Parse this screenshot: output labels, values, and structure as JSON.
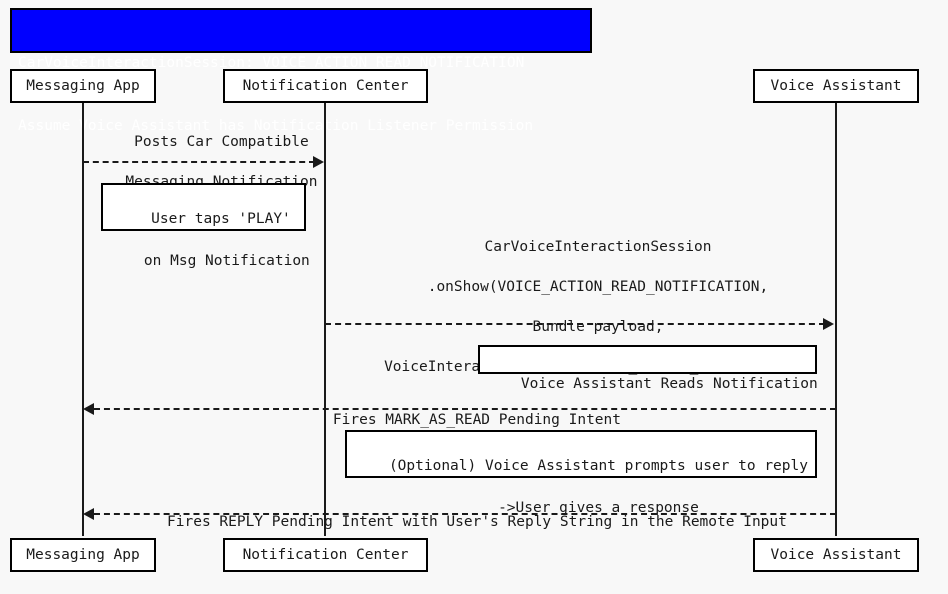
{
  "diagram": {
    "type": "sequence-diagram",
    "background_color": "#f8f8f8",
    "line_color": "#1a1a1a"
  },
  "title_banner": {
    "background_color": "#0000ff",
    "text_color": "#ffffff",
    "line1": "CarVoiceInteractionSession: VOICE_ACTION_READ_NOTIFICATION",
    "line2": "Assume Voice Assistant has Notification Listener Permission"
  },
  "participants": [
    {
      "id": "messaging-app",
      "label": "Messaging App"
    },
    {
      "id": "notification-center",
      "label": "Notification Center"
    },
    {
      "id": "voice-assistant",
      "label": "Voice Assistant"
    }
  ],
  "participants_bottom": [
    {
      "id": "messaging-app",
      "label": "Messaging App"
    },
    {
      "id": "notification-center",
      "label": "Notification Center"
    },
    {
      "id": "voice-assistant",
      "label": "Voice Assistant"
    }
  ],
  "messages": [
    {
      "id": "post-notification",
      "from": "messaging-app",
      "to": "notification-center",
      "direction": "right",
      "style": "dashed",
      "label_line1": "Posts Car Compatible",
      "label_line2": "Messaging Notification"
    },
    {
      "id": "on-show",
      "from": "notification-center",
      "to": "voice-assistant",
      "direction": "right",
      "style": "dashed",
      "label_line1": "CarVoiceInteractionSession",
      "label_line2": ".onShow(VOICE_ACTION_READ_NOTIFICATION,",
      "label_line3": "Bundle payload,",
      "label_line4": "VoiceInteractionSession.SHOW_SOURCE_NOTIFICATION)"
    },
    {
      "id": "mark-as-read",
      "from": "voice-assistant",
      "to": "messaging-app",
      "direction": "left",
      "style": "dashed",
      "label_line1": "Fires MARK_AS_READ Pending Intent"
    },
    {
      "id": "reply-intent",
      "from": "voice-assistant",
      "to": "messaging-app",
      "direction": "left",
      "style": "dashed",
      "label_line1": "Fires REPLY Pending Intent with User's Reply String in the Remote Input"
    }
  ],
  "notes": [
    {
      "id": "user-taps-play",
      "line1": "User taps 'PLAY'",
      "line2": "on Msg Notification"
    },
    {
      "id": "assistant-reads",
      "line1": "Voice Assistant Reads Notification"
    },
    {
      "id": "optional-reply-prompt",
      "line1": "(Optional) Voice Assistant prompts user to reply",
      "line2": "->User gives a response"
    }
  ]
}
